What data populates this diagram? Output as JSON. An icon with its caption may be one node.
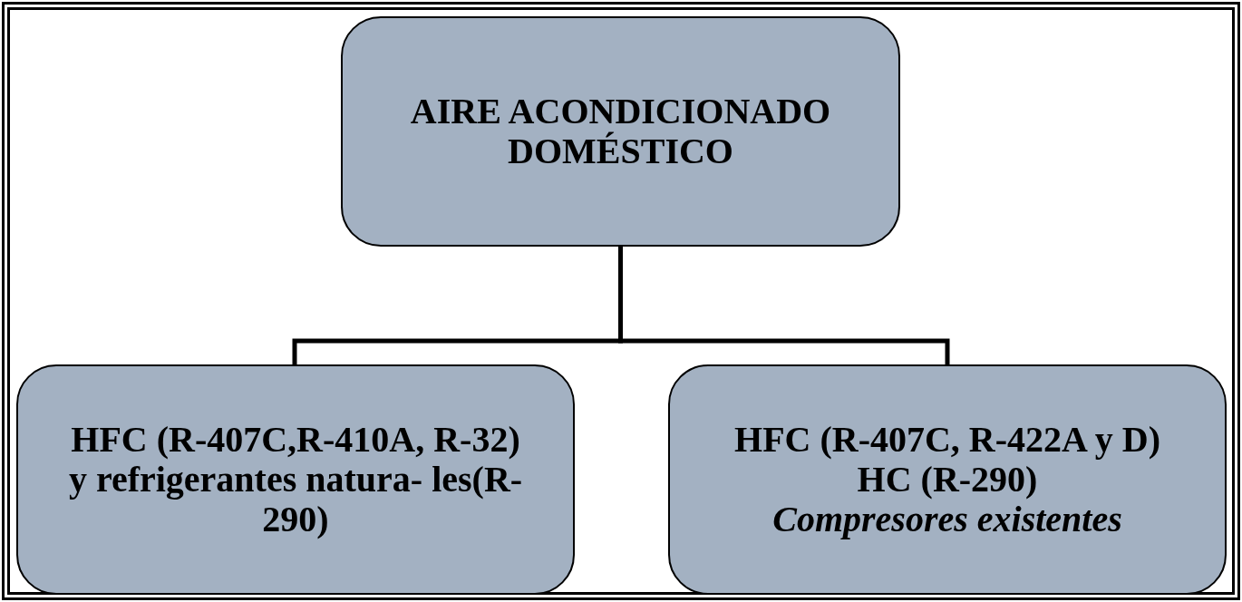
{
  "diagram": {
    "nodes": [
      {
        "text": [
          "AIRE ACONDICIONADO DOMÉSTICO"
        ]
      },
      {
        "text": [
          "HFC (R-407C,R-410A, R-32)",
          "y refrigerantes natura- les(R-290)"
        ]
      },
      {
        "text": [
          "HFC (R-407C, R-422A y D)",
          "HC (R-290)",
          "Compresores existentes"
        ]
      }
    ],
    "edges": [
      {
        "from": 0,
        "to": 1,
        "arrow": "none"
      },
      {
        "from": 0,
        "to": 2,
        "arrow": "none"
      }
    ]
  }
}
